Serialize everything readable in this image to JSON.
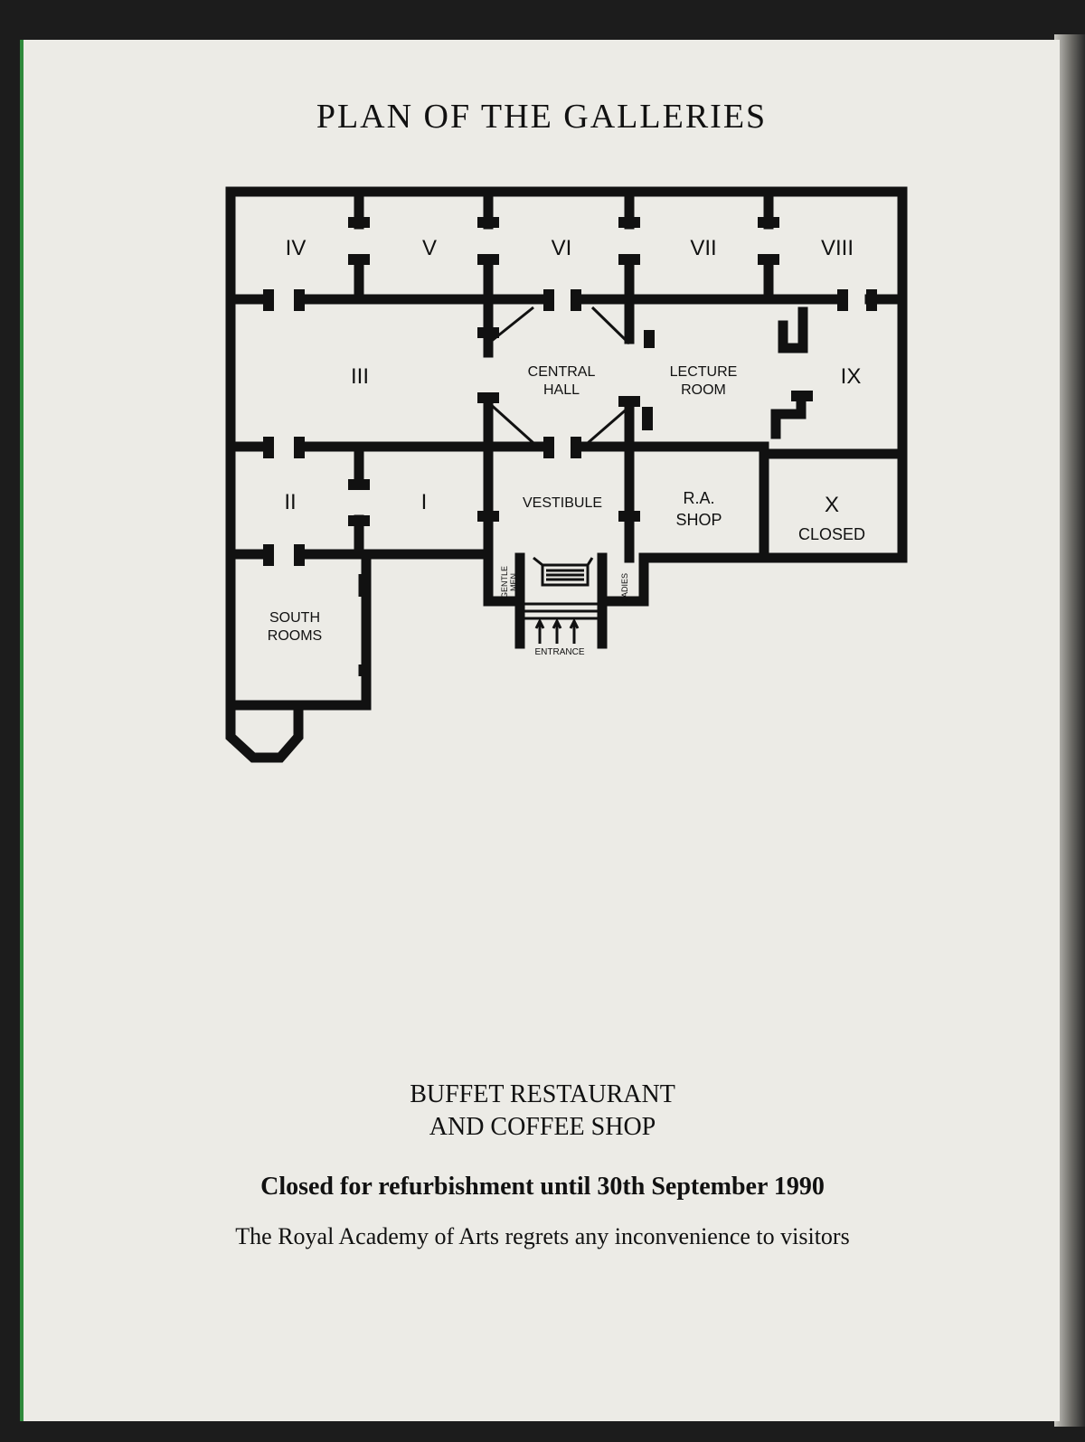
{
  "page": {
    "title": "PLAN OF THE GALLERIES"
  },
  "plan": {
    "rooms": {
      "IV": "IV",
      "V": "V",
      "VI": "VI",
      "VII": "VII",
      "VIII": "VIII",
      "III": "III",
      "central_hall_line1": "CENTRAL",
      "central_hall_line2": "HALL",
      "lecture_room_line1": "LECTURE",
      "lecture_room_line2": "ROOM",
      "IX": "IX",
      "II": "II",
      "I": "I",
      "vestibule": "VESTIBULE",
      "ra_shop_line1": "R.A.",
      "ra_shop_line2": "SHOP",
      "X": "X",
      "X_closed": "CLOSED",
      "south_rooms_line1": "SOUTH",
      "south_rooms_line2": "ROOMS",
      "gentlemen_line1": "GENTLE",
      "gentlemen_line2": "MEN",
      "ladies": "LADIES",
      "entrance": "ENTRANCE"
    }
  },
  "buffet": {
    "line1": "BUFFET RESTAURANT",
    "line2": "AND COFFEE SHOP"
  },
  "notice": {
    "closed": "Closed for refurbishment until 30th September 1990",
    "regret": "The Royal Academy of Arts regrets any inconvenience to visitors"
  }
}
